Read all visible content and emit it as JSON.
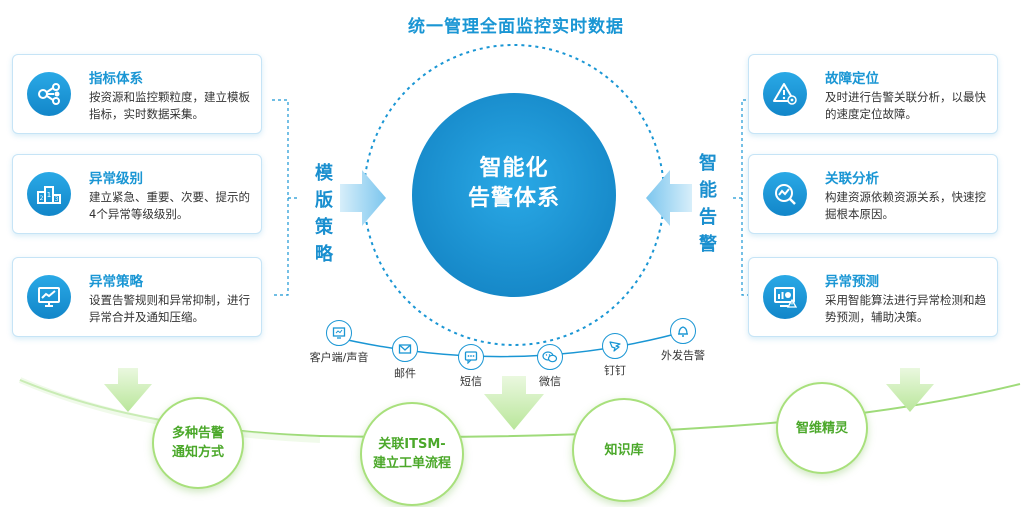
{
  "title": "统一管理全面监控实时数据",
  "center": {
    "line1": "智能化",
    "line2": "告警体系"
  },
  "left_label": [
    "模",
    "版",
    "策",
    "略"
  ],
  "right_label": [
    "智",
    "能",
    "告",
    "警"
  ],
  "left_cards": [
    {
      "title": "指标体系",
      "desc": "按资源和监控颗粒度，建立模板指标，实时数据采集。",
      "icon": "share-nodes-icon"
    },
    {
      "title": "异常级别",
      "desc": "建立紧急、重要、次要、提示的4个异常等级级别。",
      "icon": "podium-icon"
    },
    {
      "title": "异常策略",
      "desc": "设置告警规则和异常抑制，进行异常合并及通知压缩。",
      "icon": "monitor-chart-icon"
    }
  ],
  "right_cards": [
    {
      "title": "故障定位",
      "desc": "及时进行告警关联分析，以最快的速度定位故障。",
      "icon": "warning-gear-icon"
    },
    {
      "title": "关联分析",
      "desc": "构建资源依赖资源关系，快速挖掘根本原因。",
      "icon": "analysis-search-icon"
    },
    {
      "title": "异常预测",
      "desc": "采用智能算法进行异常检测和趋势预测，辅助决策。",
      "icon": "dashboard-warning-icon"
    }
  ],
  "channels": [
    {
      "label": "客户端/声音",
      "icon": "client-screen-icon"
    },
    {
      "label": "邮件",
      "icon": "mail-icon"
    },
    {
      "label": "短信",
      "icon": "sms-icon"
    },
    {
      "label": "微信",
      "icon": "wechat-icon"
    },
    {
      "label": "钉钉",
      "icon": "dingtalk-icon"
    },
    {
      "label": "外发告警",
      "icon": "bell-icon"
    }
  ],
  "bottom_circles": [
    {
      "line1": "多种告警",
      "line2": "通知方式"
    },
    {
      "line1": "关联ITSM-",
      "line2": "建立工单流程"
    },
    {
      "line1": "知识库",
      "line2": ""
    },
    {
      "line1": "智维精灵",
      "line2": ""
    }
  ],
  "colors": {
    "primary": "#1a96d4",
    "green": "#4ba82a",
    "green_light": "#a8e07c"
  }
}
